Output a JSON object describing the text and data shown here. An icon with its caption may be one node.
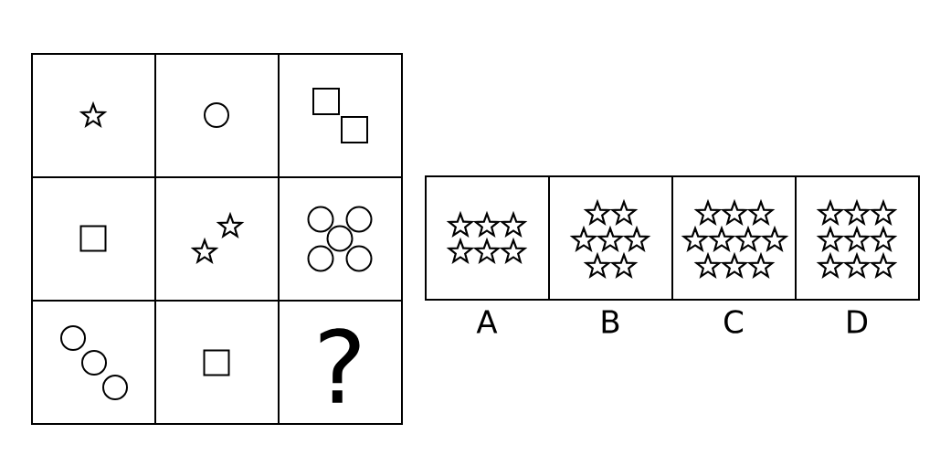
{
  "diagram": {
    "labels": [
      "?",
      "A",
      "B",
      "C",
      "D"
    ]
  }
}
